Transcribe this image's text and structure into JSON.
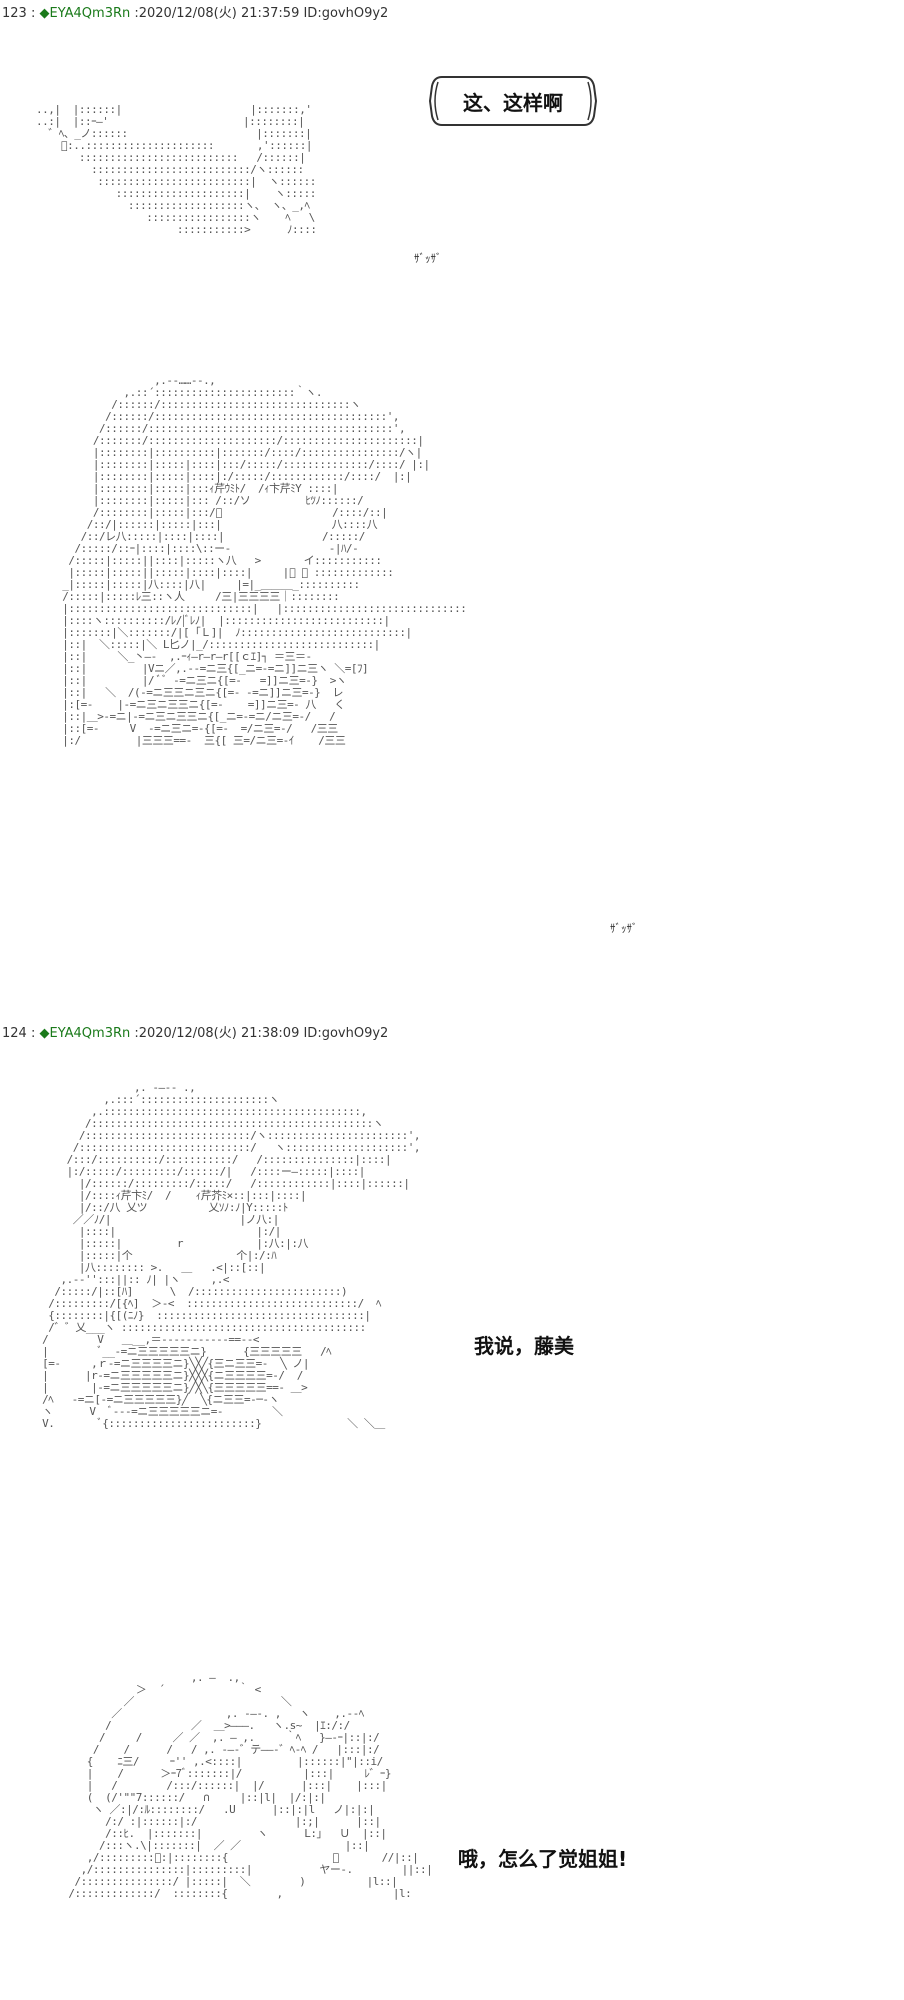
{
  "posts": [
    {
      "number": "123",
      "separator": " : ",
      "name": "◆EYA4Qm3Rn",
      "meta": " :2020/12/08(火) 21:37:59 ID:govhO9y2",
      "balloon_text": "这、这样啊",
      "sfx_1": "ｻﾞｯｻﾞ",
      "sfx_2": "ｻﾞｯｻﾞ"
    },
    {
      "number": "124",
      "separator": " : ",
      "name": "◆EYA4Qm3Rn",
      "meta": " :2020/12/08(火) 21:38:09 ID:govhO9y2",
      "dialog_1": "我说，藤美",
      "dialog_2": "哦，怎么了觉姐姐!"
    }
  ]
}
